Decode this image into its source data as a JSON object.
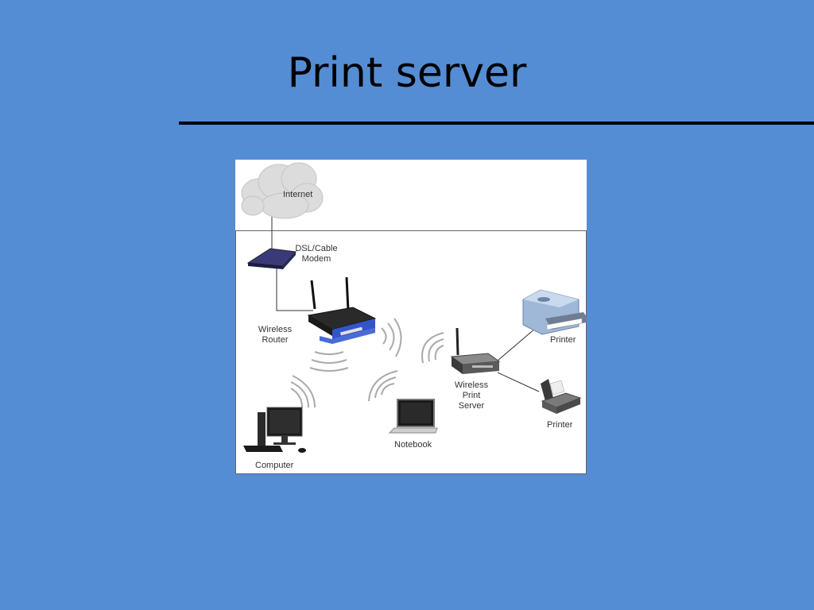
{
  "slide": {
    "title": "Print server"
  },
  "diagram": {
    "labels": {
      "internet": "Internet",
      "modem_line1": "DSL/Cable",
      "modem_line2": "Modem",
      "router_line1": "Wireless",
      "router_line2": "Router",
      "printer_top": "Printer",
      "printer_bottom": "Printer",
      "print_server_line1": "Wireless",
      "print_server_line2": "Print",
      "print_server_line3": "Server",
      "notebook": "Notebook",
      "computer": "Computer"
    },
    "colors": {
      "slide_background": "#548dd4",
      "router_accent": "#3355cc",
      "printer_body": "#9fb8d8"
    },
    "icons": [
      "cloud-icon",
      "modem-icon",
      "router-icon",
      "print-server-icon",
      "printer-icon",
      "inkjet-printer-icon",
      "laptop-icon",
      "desktop-computer-icon"
    ]
  }
}
